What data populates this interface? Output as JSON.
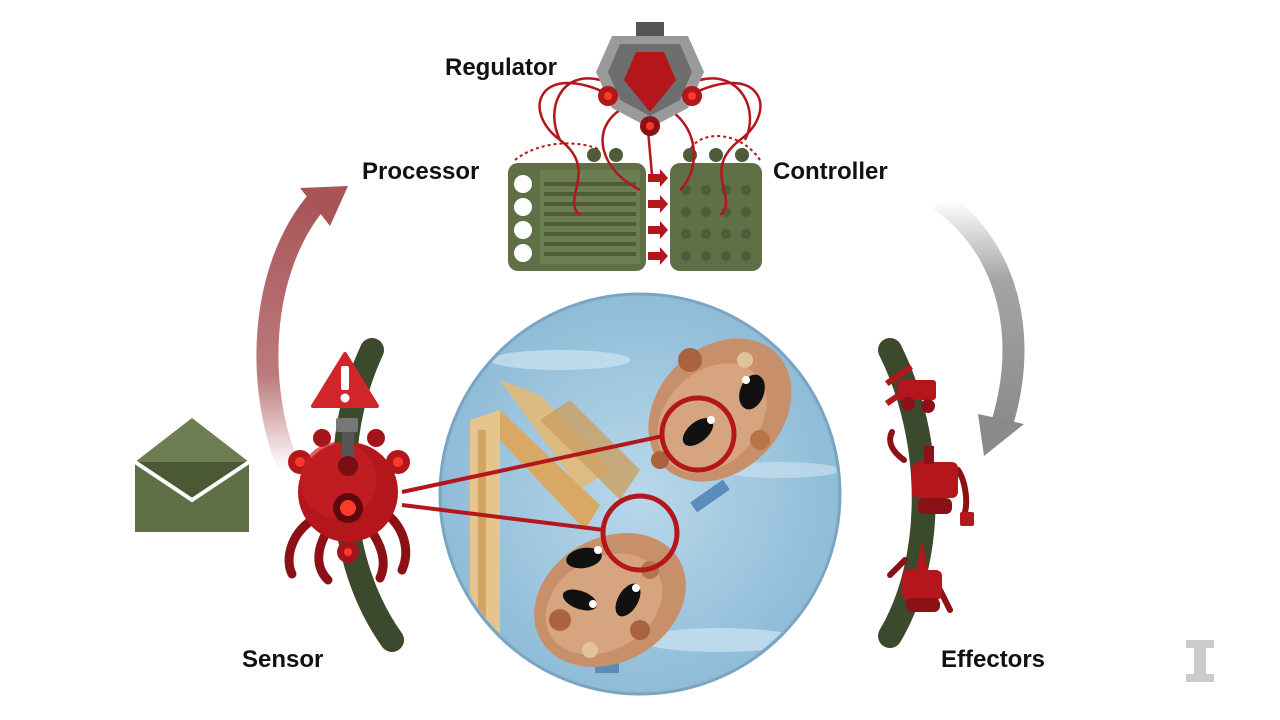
{
  "diagram": {
    "labels": {
      "regulator": "Regulator",
      "processor": "Processor",
      "controller": "Controller",
      "sensor": "Sensor",
      "effectors": "Effectors"
    },
    "icons": {
      "regulator": "regulator-robot-icon",
      "processor": "processor-board-icon",
      "controller": "controller-board-icon",
      "sensor": "sensor-robot-icon",
      "alert": "warning-triangle-icon",
      "envelope": "envelope-icon",
      "effectors": "effector-robots-icon",
      "logo": "university-i-logo"
    },
    "colors": {
      "robot_red": "#b3161b",
      "board_green": "#5f7046",
      "arc_green": "#3b4a2c",
      "arrow_red": "#b56b6e",
      "arrow_gray": "#9a9a9a",
      "water": "#9ec7e0"
    }
  }
}
